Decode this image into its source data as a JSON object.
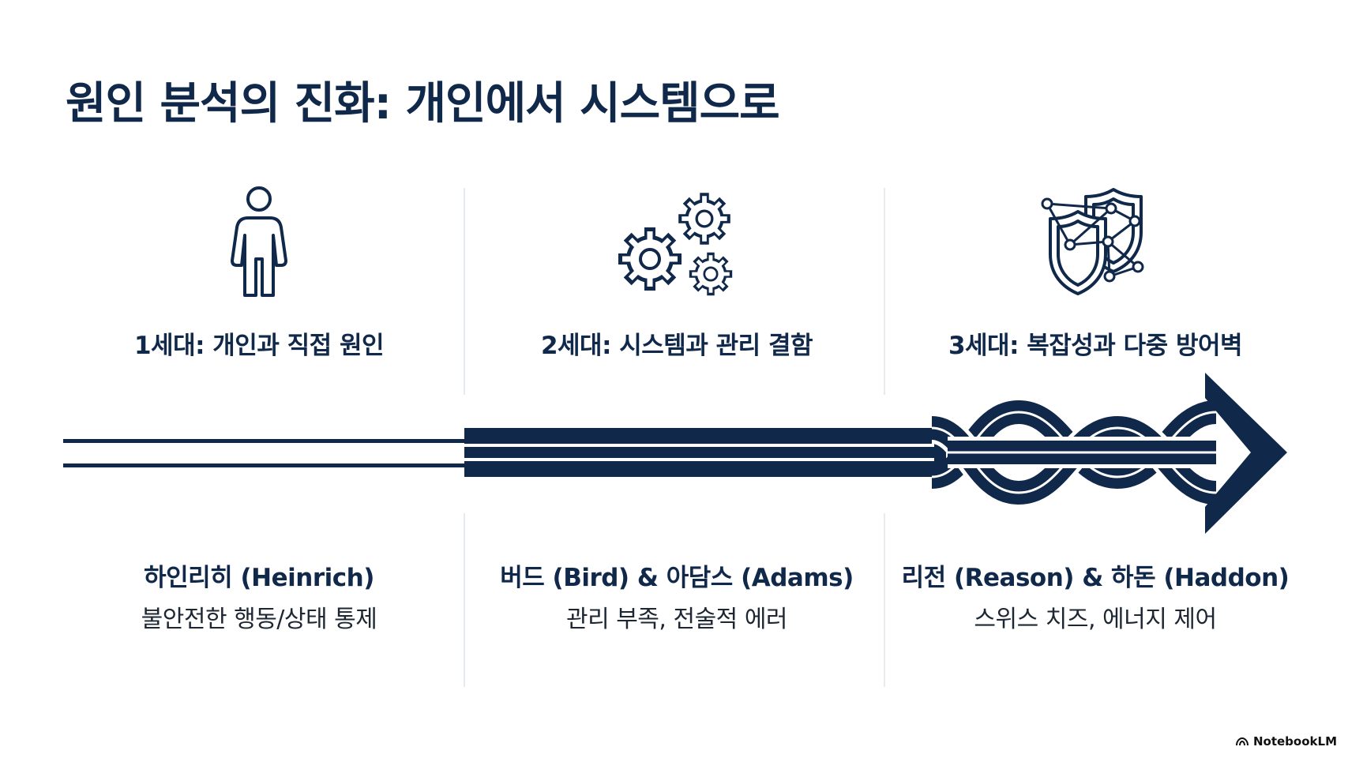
{
  "title": "원인 분석의 진화: 개인에서 시스템으로",
  "generations": [
    {
      "label": "1세대: 개인과 직접 원인",
      "icon": "person-icon",
      "theorist": "하인리히 (Heinrich)",
      "focus": "불안전한 행동/상태 통제"
    },
    {
      "label": "2세대: 시스템과 관리 결함",
      "icon": "gears-icon",
      "theorist": "버드 (Bird) & 아담스 (Adams)",
      "focus": "관리 부족, 전술적 에러"
    },
    {
      "label": "3세대: 복잡성과 다중 방어벽",
      "icon": "network-shields-icon",
      "theorist": "리전 (Reason) & 하돈 (Haddon)",
      "focus": "스위스 치즈, 에너지 제어"
    }
  ],
  "colors": {
    "navy": "#10284a",
    "divider": "#e6ebf1"
  },
  "brand": "NotebookLM"
}
